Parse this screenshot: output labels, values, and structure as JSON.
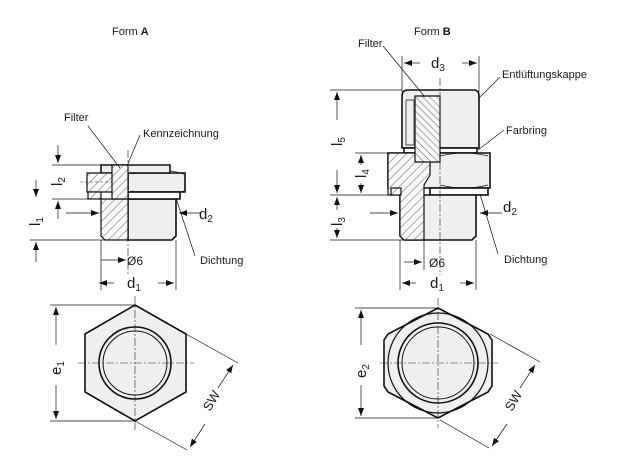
{
  "figure": {
    "form_a": {
      "title_prefix": "Form",
      "title_letter": "A",
      "labels": {
        "filter": "Filter",
        "kennzeichnung": "Kennzeichnung",
        "dichtung": "Dichtung"
      },
      "dimensions": {
        "l1": {
          "base": "l",
          "sub": "1"
        },
        "l2": {
          "base": "l",
          "sub": "2"
        },
        "d1": {
          "base": "d",
          "sub": "1"
        },
        "d2": {
          "base": "d",
          "sub": "2"
        },
        "bore": "Ø6",
        "e1": {
          "base": "e",
          "sub": "1"
        },
        "sw": "SW"
      }
    },
    "form_b": {
      "title_prefix": "Form",
      "title_letter": "B",
      "labels": {
        "filter": "Filter",
        "entlueftungskappe": "Entlüftungskappe",
        "farbring": "Farbring",
        "dichtung": "Dichtung"
      },
      "dimensions": {
        "l3": {
          "base": "l",
          "sub": "3"
        },
        "l4": {
          "base": "l",
          "sub": "4"
        },
        "l5": {
          "base": "l",
          "sub": "5"
        },
        "d1": {
          "base": "d",
          "sub": "1"
        },
        "d2": {
          "base": "d",
          "sub": "2"
        },
        "d3": {
          "base": "d",
          "sub": "3"
        },
        "bore": "Ø6",
        "e2": {
          "base": "e",
          "sub": "2"
        },
        "sw": "SW"
      }
    }
  }
}
